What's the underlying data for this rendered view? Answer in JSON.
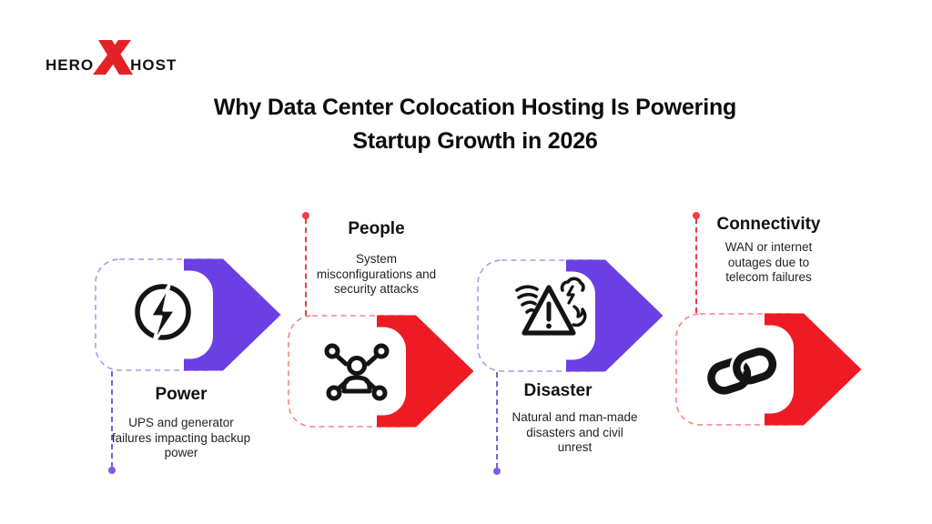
{
  "logo": {
    "hero": "HERO",
    "host": "HOST",
    "x_icon": "x-icon"
  },
  "title": {
    "line1": "Why Data Center Colocation Hosting Is Powering",
    "line2": "Startup Growth in 2026"
  },
  "colors": {
    "purple": "#6B3FE4",
    "red": "#EE1B24",
    "icon_black": "#141414",
    "text_black": "#0c0c0c",
    "logo_red": "#E32227"
  },
  "steps": [
    {
      "label": "Power",
      "description": "UPS and generator failures impacting backup power",
      "icon": "lightning-bolt-icon",
      "accent": "purple",
      "label_position": "below"
    },
    {
      "label": "People",
      "description": "System misconfigurations and security attacks",
      "icon": "person-network-icon",
      "accent": "red",
      "label_position": "above"
    },
    {
      "label": "Disaster",
      "description": "Natural and man-made disasters and civil unrest",
      "icon": "disaster-warning-icon",
      "accent": "purple",
      "label_position": "below"
    },
    {
      "label": "Connectivity",
      "description": "WAN or internet outages due to telecom failures",
      "icon": "chain-link-icon",
      "accent": "red",
      "label_position": "above"
    }
  ]
}
